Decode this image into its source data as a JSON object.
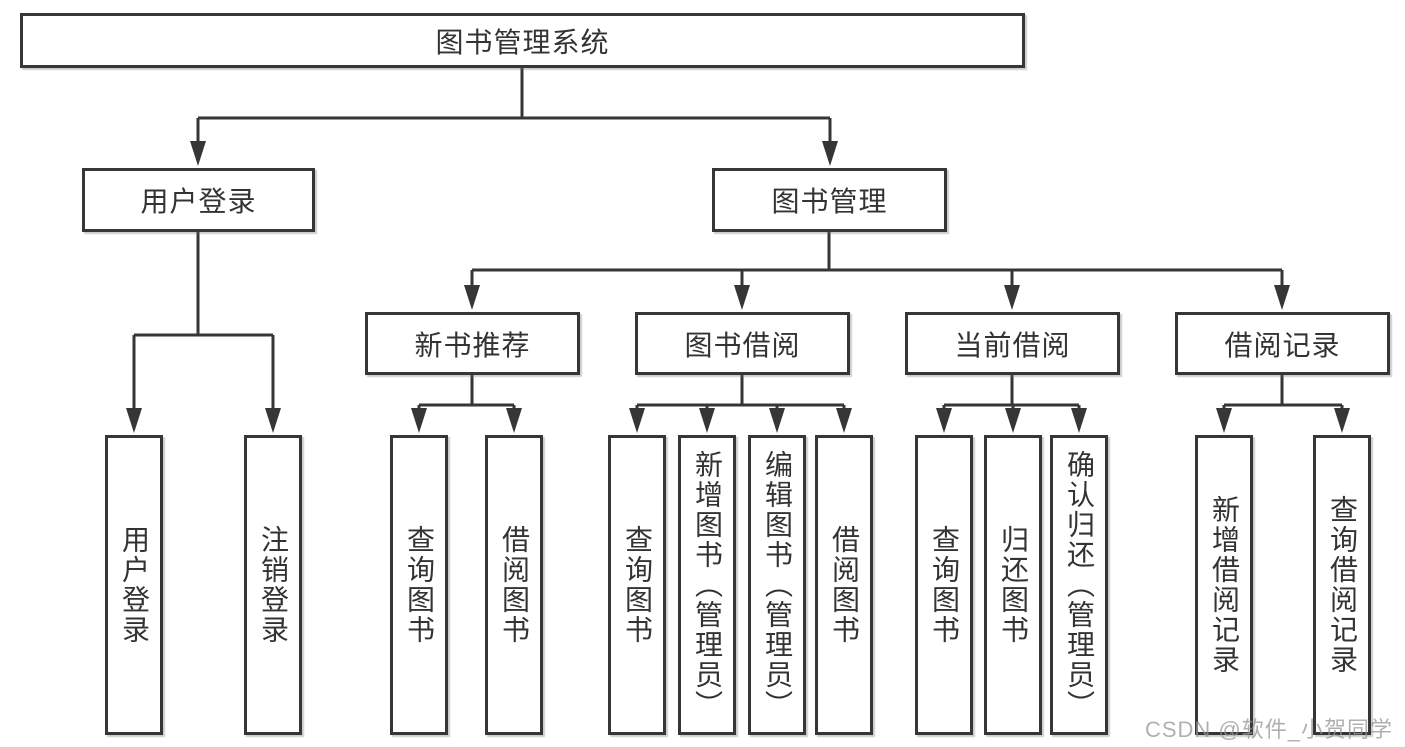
{
  "diagram": {
    "title": "图书管理系统",
    "branches": {
      "user_login": {
        "label": "用户登录",
        "children": [
          "用户登录",
          "注销登录"
        ]
      },
      "book_management": {
        "label": "图书管理",
        "modules": [
          {
            "label": "新书推荐",
            "children": [
              "查询图书",
              "借阅图书"
            ]
          },
          {
            "label": "图书借阅",
            "children": [
              "查询图书",
              "新增图书（管理员）",
              "编辑图书（管理员）",
              "借阅图书"
            ]
          },
          {
            "label": "当前借阅",
            "children": [
              "查询图书",
              "归还图书",
              "确认归还（管理员）"
            ]
          },
          {
            "label": "借阅记录",
            "children": [
              "新增借阅记录",
              "查询借阅记录"
            ]
          }
        ]
      }
    }
  },
  "watermark": {
    "text": "CSDN @软件_小贺同学"
  },
  "colors": {
    "line": "#363636",
    "border": "#363636",
    "text": "#333333",
    "background": "#ffffff",
    "watermark": "#969696"
  }
}
